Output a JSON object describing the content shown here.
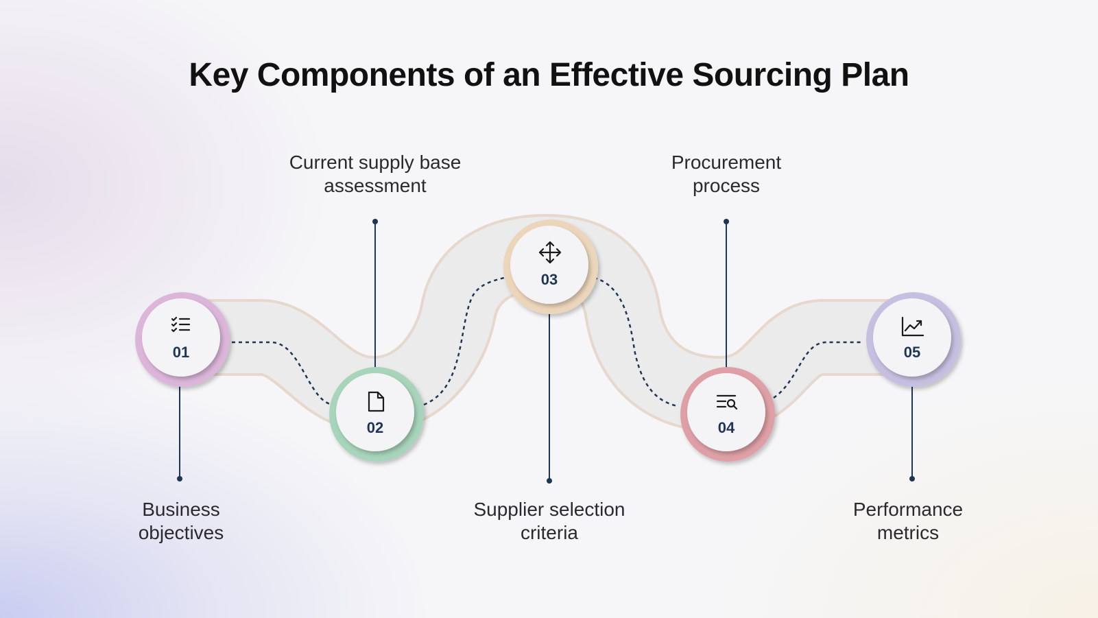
{
  "title": "Key Components of an Effective Sourcing Plan",
  "steps": [
    {
      "number": "01",
      "label_line1": "Business",
      "label_line2": "objectives",
      "icon": "checklist-icon",
      "ring_color": "#dcb6da"
    },
    {
      "number": "02",
      "label_line1": "Current supply base",
      "label_line2": "assessment",
      "icon": "document-icon",
      "ring_color": "#a8d4bb"
    },
    {
      "number": "03",
      "label_line1": "Supplier selection",
      "label_line2": "criteria",
      "icon": "move-arrows-icon",
      "ring_color": "#ecd6bb"
    },
    {
      "number": "04",
      "label_line1": "Procurement",
      "label_line2": "process",
      "icon": "search-list-icon",
      "ring_color": "#dea0a6"
    },
    {
      "number": "05",
      "label_line1": "Performance",
      "label_line2": "metrics",
      "icon": "chart-line-icon",
      "ring_color": "#c7bfe0"
    }
  ],
  "colors": {
    "track": "#ebebeb",
    "connector": "#1f3554",
    "number_text": "#1f3554"
  }
}
